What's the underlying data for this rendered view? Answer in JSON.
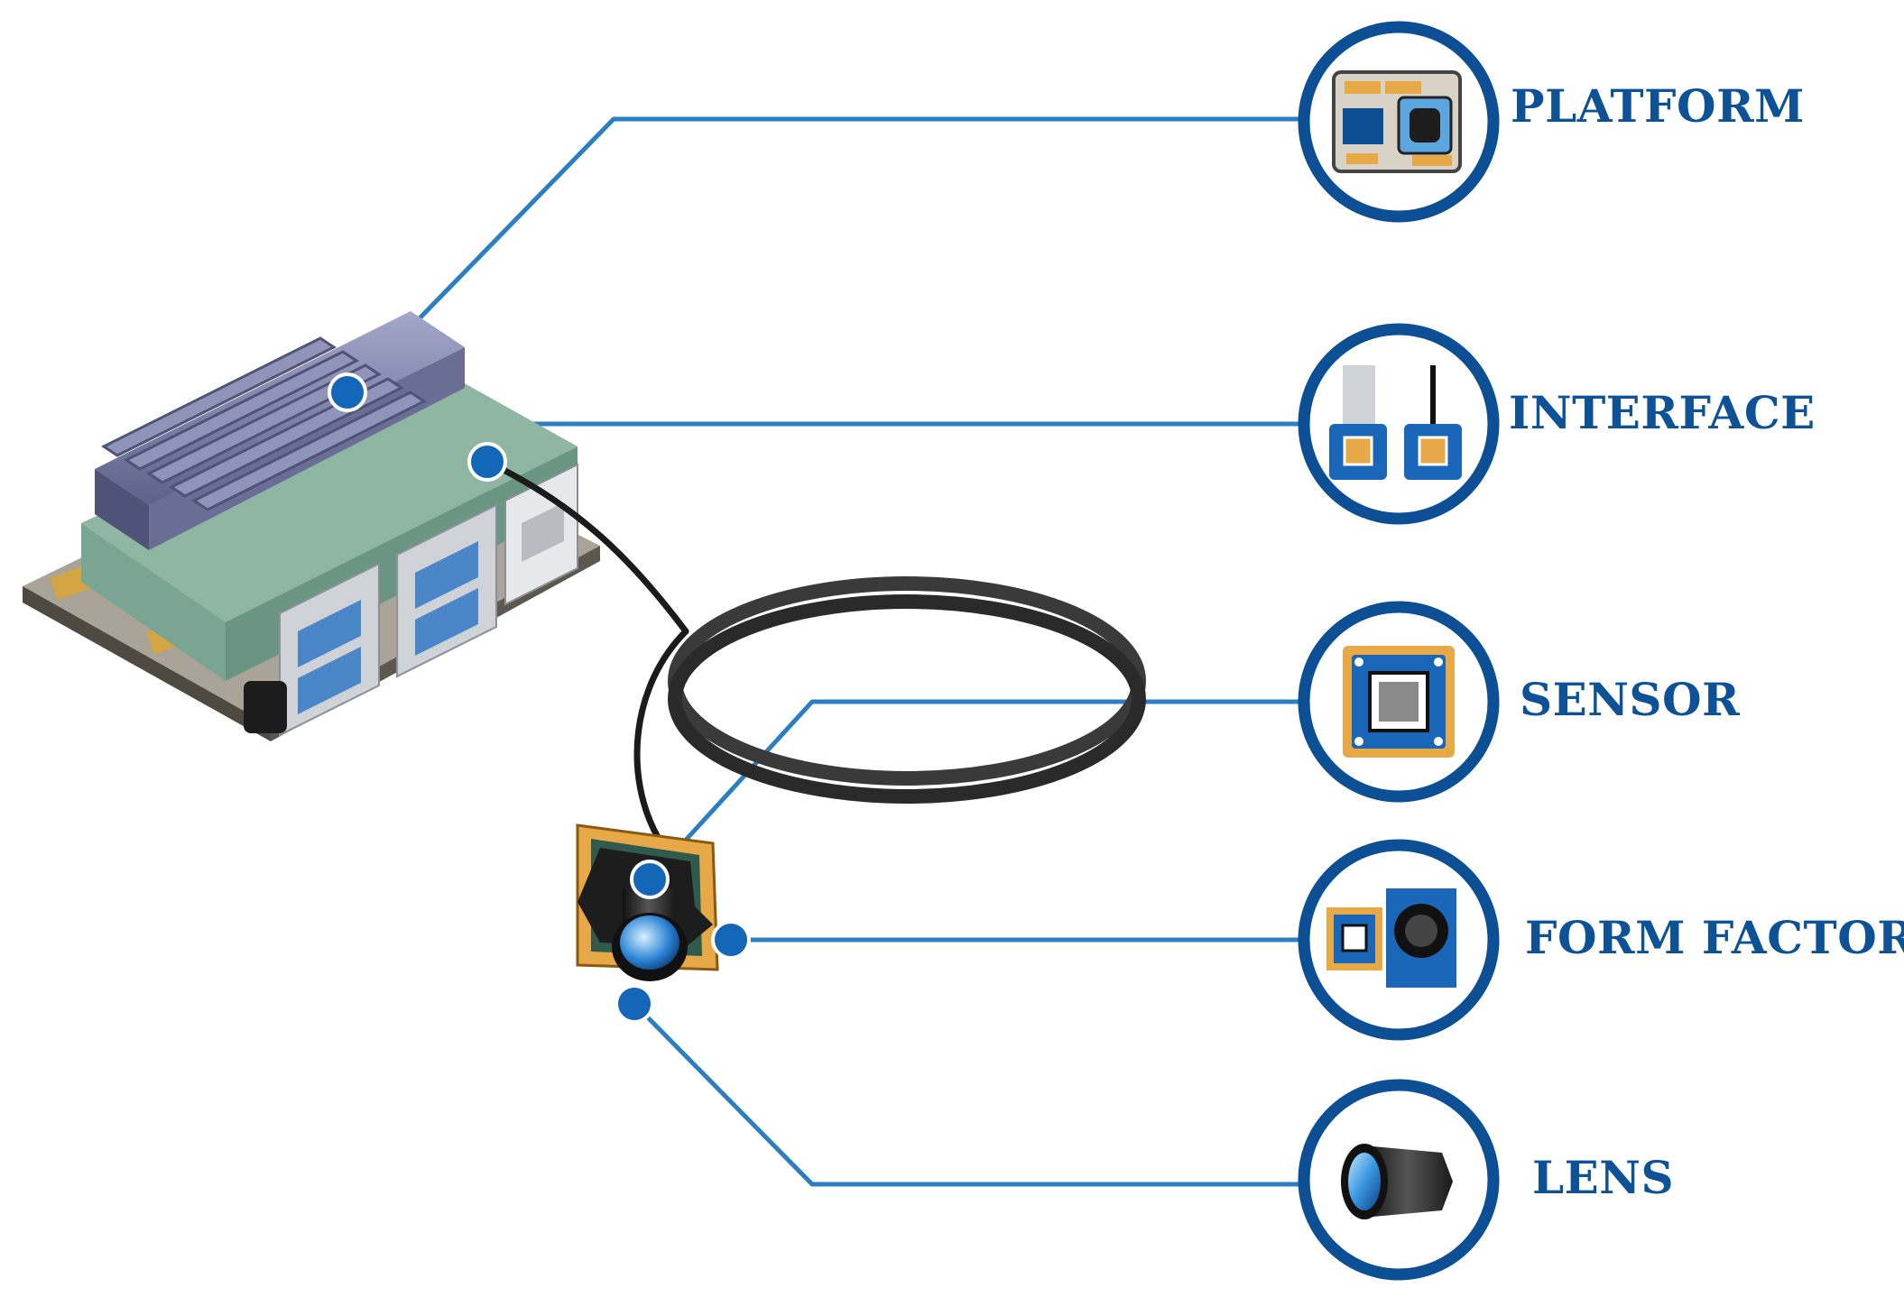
{
  "components": [
    {
      "id": "platform",
      "label": "PLATFORM",
      "icon": "board-icon"
    },
    {
      "id": "interface",
      "label": "INTERFACE",
      "icon": "connector-icon"
    },
    {
      "id": "sensor",
      "label": "SENSOR",
      "icon": "sensor-chip-icon"
    },
    {
      "id": "form_factor",
      "label": "FORM FACTOR",
      "icon": "camera-module-icon"
    },
    {
      "id": "lens",
      "label": "LENS",
      "icon": "lens-icon"
    }
  ],
  "colors": {
    "label": "#0d5196",
    "ring": "#0d4f94",
    "line": "#2b7ec4",
    "dot": "#1467b8",
    "heatsink": "#7d82a8",
    "pcb": "#8fb5a3",
    "cable": "#1b1b1b"
  }
}
